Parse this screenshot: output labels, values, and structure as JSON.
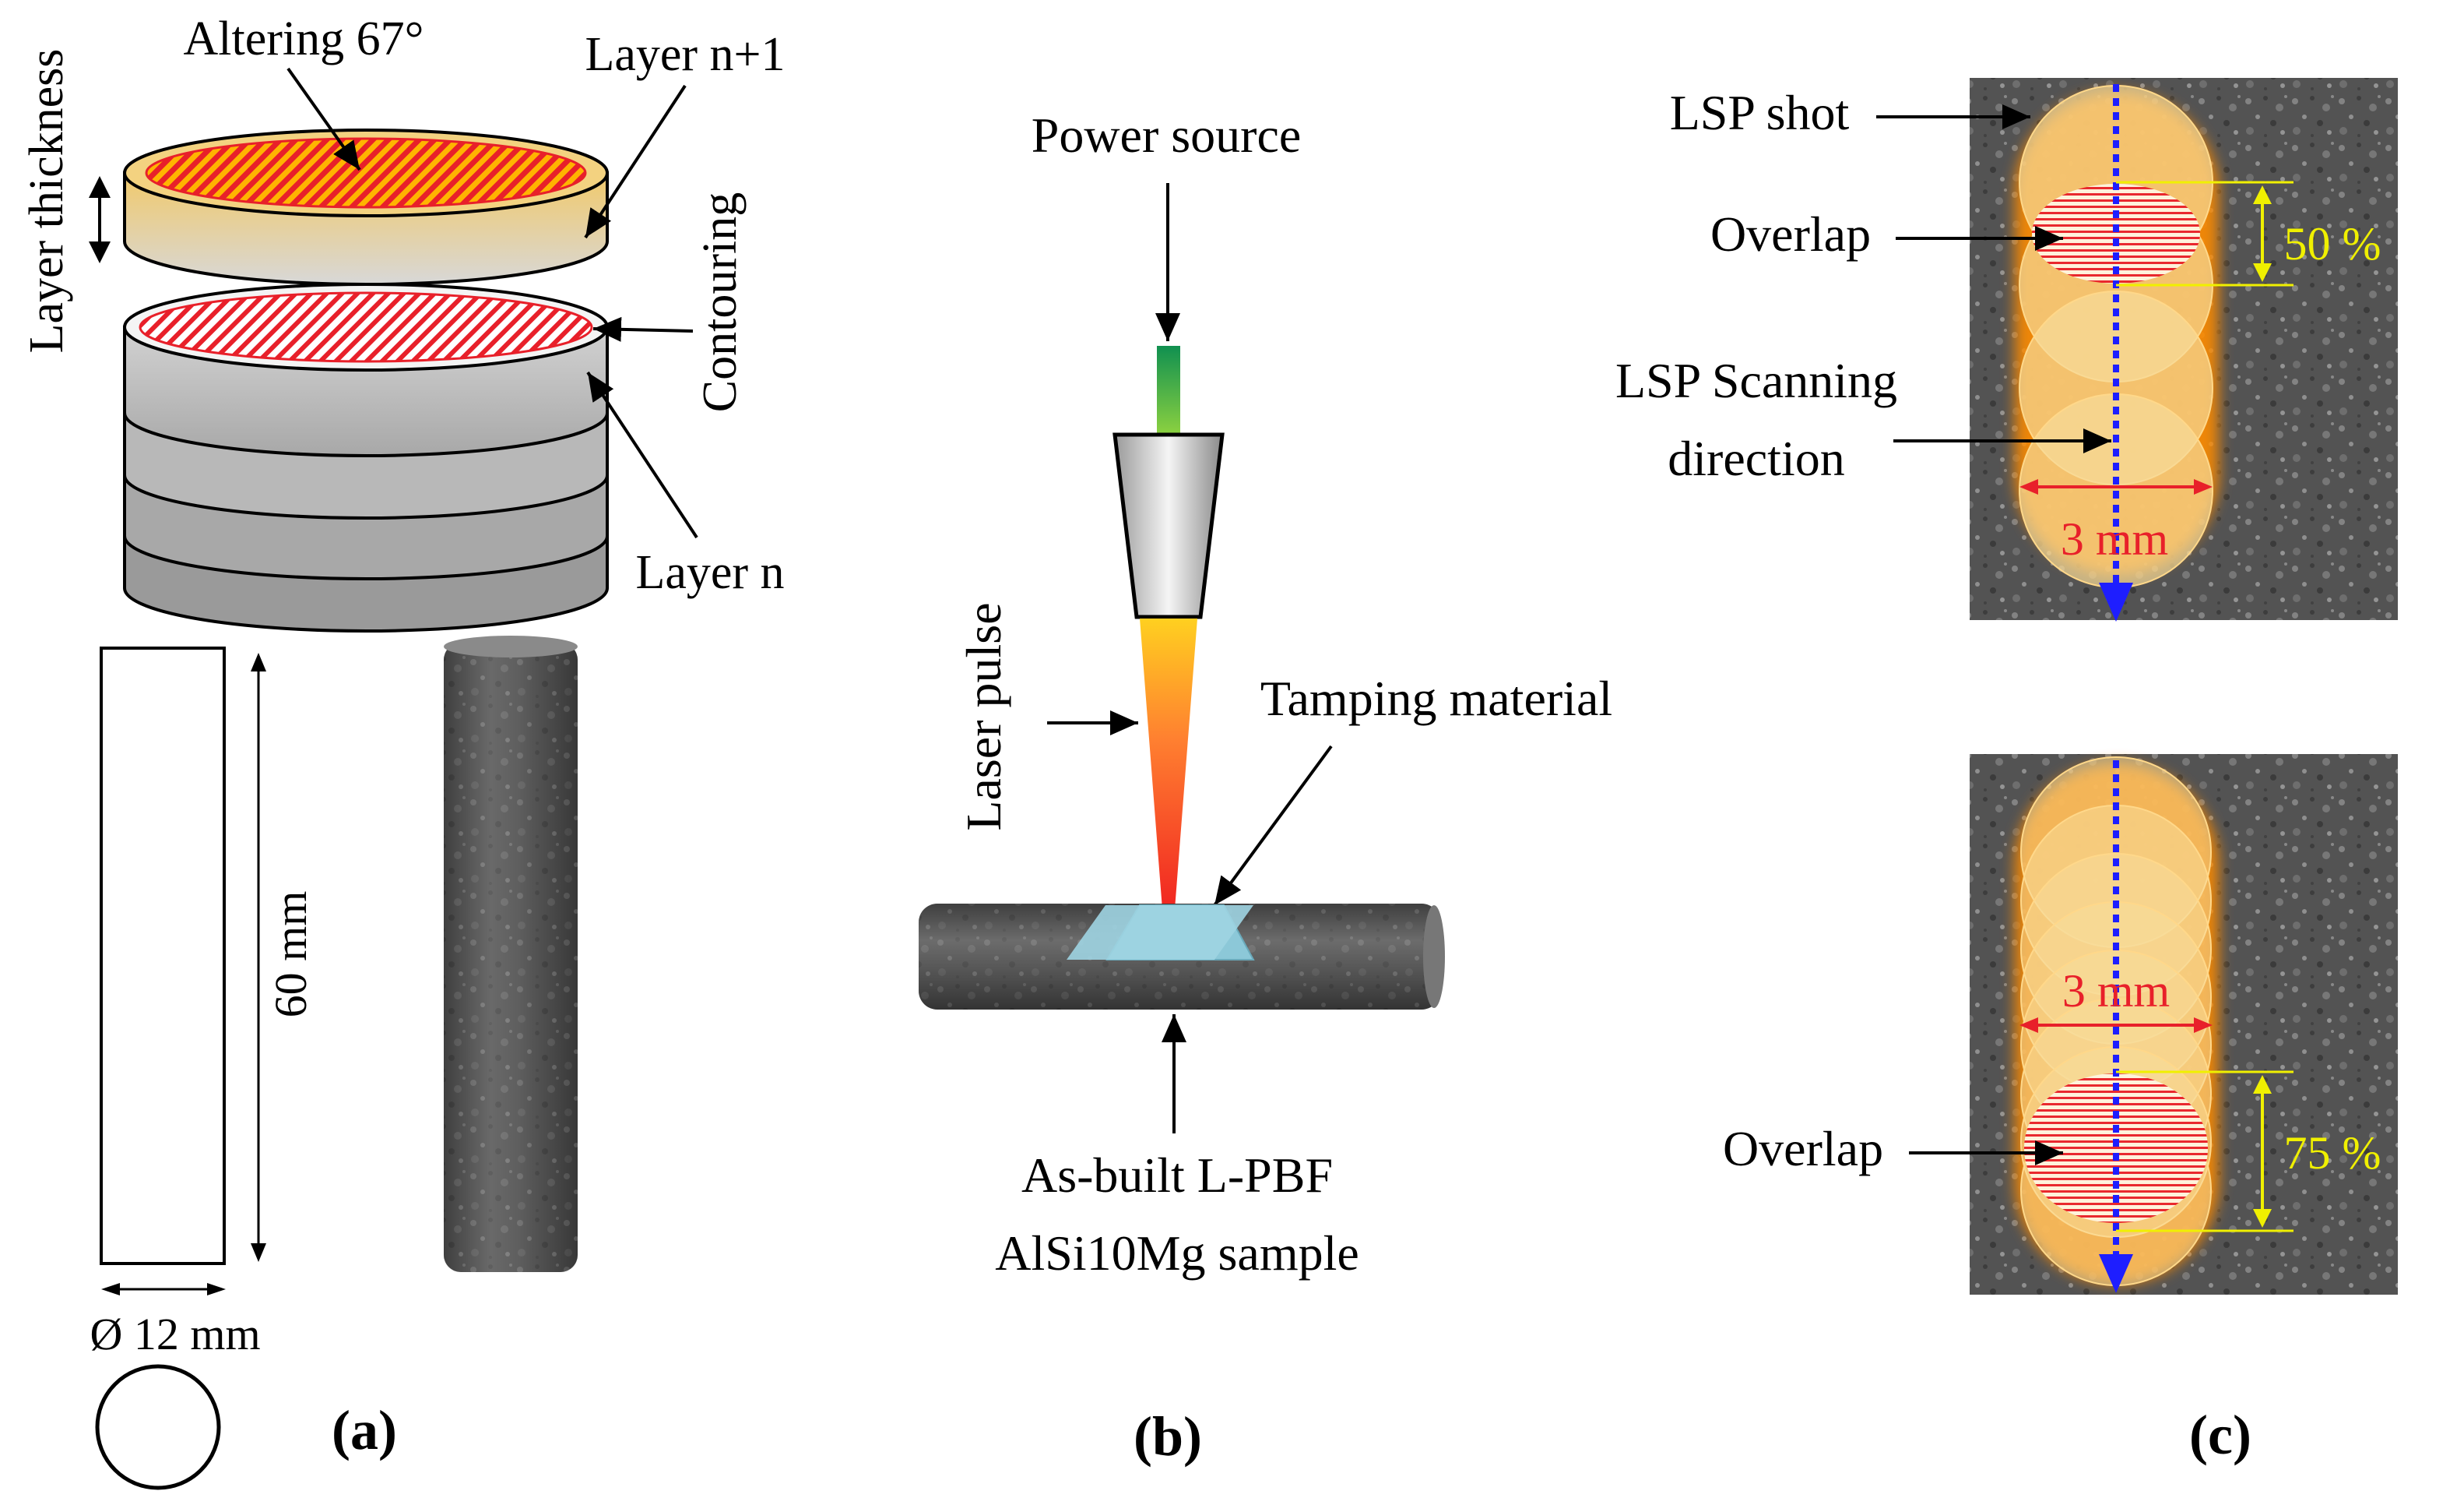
{
  "panel_a": {
    "label": "(a)",
    "altering": "Altering 67°",
    "layer_n_plus_1": "Layer n+1",
    "layer_thickness": "Layer thickness",
    "contouring": "Contouring",
    "layer_n": "Layer n",
    "length": "60 mm",
    "diameter": "Ø 12 mm"
  },
  "panel_b": {
    "label": "(b)",
    "power_source": "Power source",
    "laser_pulse": "Laser pulse",
    "tamping": "Tamping material",
    "sample_line1": "As-built L-PBF",
    "sample_line2": "AlSi10Mg sample"
  },
  "panel_c": {
    "label": "(c)",
    "lsp_shot": "LSP shot",
    "overlap_top": "Overlap",
    "overlap_top_pct": "50 %",
    "scanning_line1": "LSP Scanning",
    "scanning_line2": "direction",
    "spot_top": "3 mm",
    "spot_bottom": "3 mm",
    "overlap_bottom": "Overlap",
    "overlap_bottom_pct": "75 %"
  },
  "colors": {
    "hatch_red": "#e8202a",
    "hatch_orange": "#ffb000",
    "gold": "#e8c060",
    "dimension_yellow": "#f0f000",
    "scan_blue": "#1e1eff",
    "rod_gray": "#5a5a5a"
  }
}
